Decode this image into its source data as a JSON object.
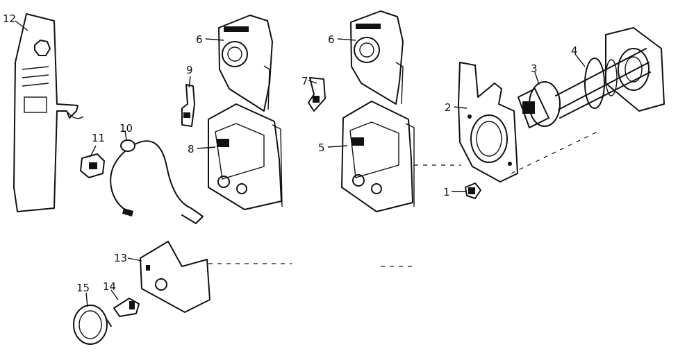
{
  "diagram": {
    "callouts": {
      "c1": "1",
      "c2": "2",
      "c3": "3",
      "c4": "4",
      "c5": "5",
      "c6a": "6",
      "c6b": "6",
      "c7": "7",
      "c8": "8",
      "c9": "9",
      "c10": "10",
      "c11": "11",
      "c12": "12",
      "c13": "13",
      "c14": "14",
      "c15": "15"
    }
  }
}
